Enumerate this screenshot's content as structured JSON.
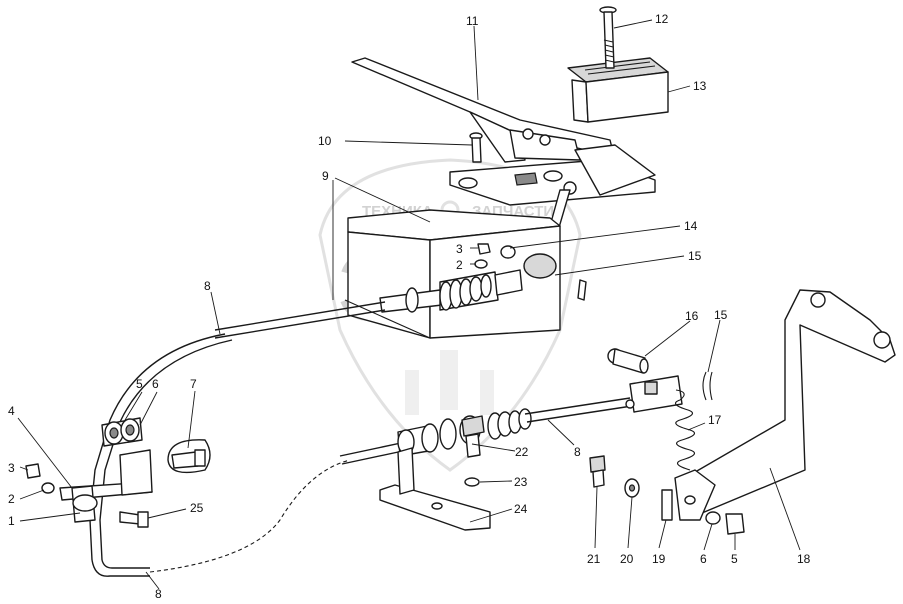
{
  "watermark": {
    "letters": "ЭПФ",
    "text_left": "ТЕХНИКА",
    "text_right": "ЗАПЧАСТИ"
  },
  "callouts": [
    {
      "id": "c1",
      "text": "1"
    },
    {
      "id": "c2a",
      "text": "2"
    },
    {
      "id": "c2b",
      "text": "2"
    },
    {
      "id": "c3a",
      "text": "3"
    },
    {
      "id": "c3b",
      "text": "3"
    },
    {
      "id": "c4",
      "text": "4"
    },
    {
      "id": "c5a",
      "text": "5"
    },
    {
      "id": "c5b",
      "text": "5"
    },
    {
      "id": "c6a",
      "text": "6"
    },
    {
      "id": "c6b",
      "text": "6"
    },
    {
      "id": "c7",
      "text": "7"
    },
    {
      "id": "c8a",
      "text": "8"
    },
    {
      "id": "c8b",
      "text": "8"
    },
    {
      "id": "c8c",
      "text": "8"
    },
    {
      "id": "c9",
      "text": "9"
    },
    {
      "id": "c10",
      "text": "10"
    },
    {
      "id": "c11",
      "text": "11"
    },
    {
      "id": "c12",
      "text": "12"
    },
    {
      "id": "c13",
      "text": "13"
    },
    {
      "id": "c14",
      "text": "14"
    },
    {
      "id": "c15a",
      "text": "15"
    },
    {
      "id": "c15b",
      "text": "15"
    },
    {
      "id": "c16",
      "text": "16"
    },
    {
      "id": "c17",
      "text": "17"
    },
    {
      "id": "c18",
      "text": "18"
    },
    {
      "id": "c19",
      "text": "19"
    },
    {
      "id": "c20",
      "text": "20"
    },
    {
      "id": "c21",
      "text": "21"
    },
    {
      "id": "c22",
      "text": "22"
    },
    {
      "id": "c23",
      "text": "23"
    },
    {
      "id": "c24",
      "text": "24"
    },
    {
      "id": "c25",
      "text": "25"
    }
  ]
}
